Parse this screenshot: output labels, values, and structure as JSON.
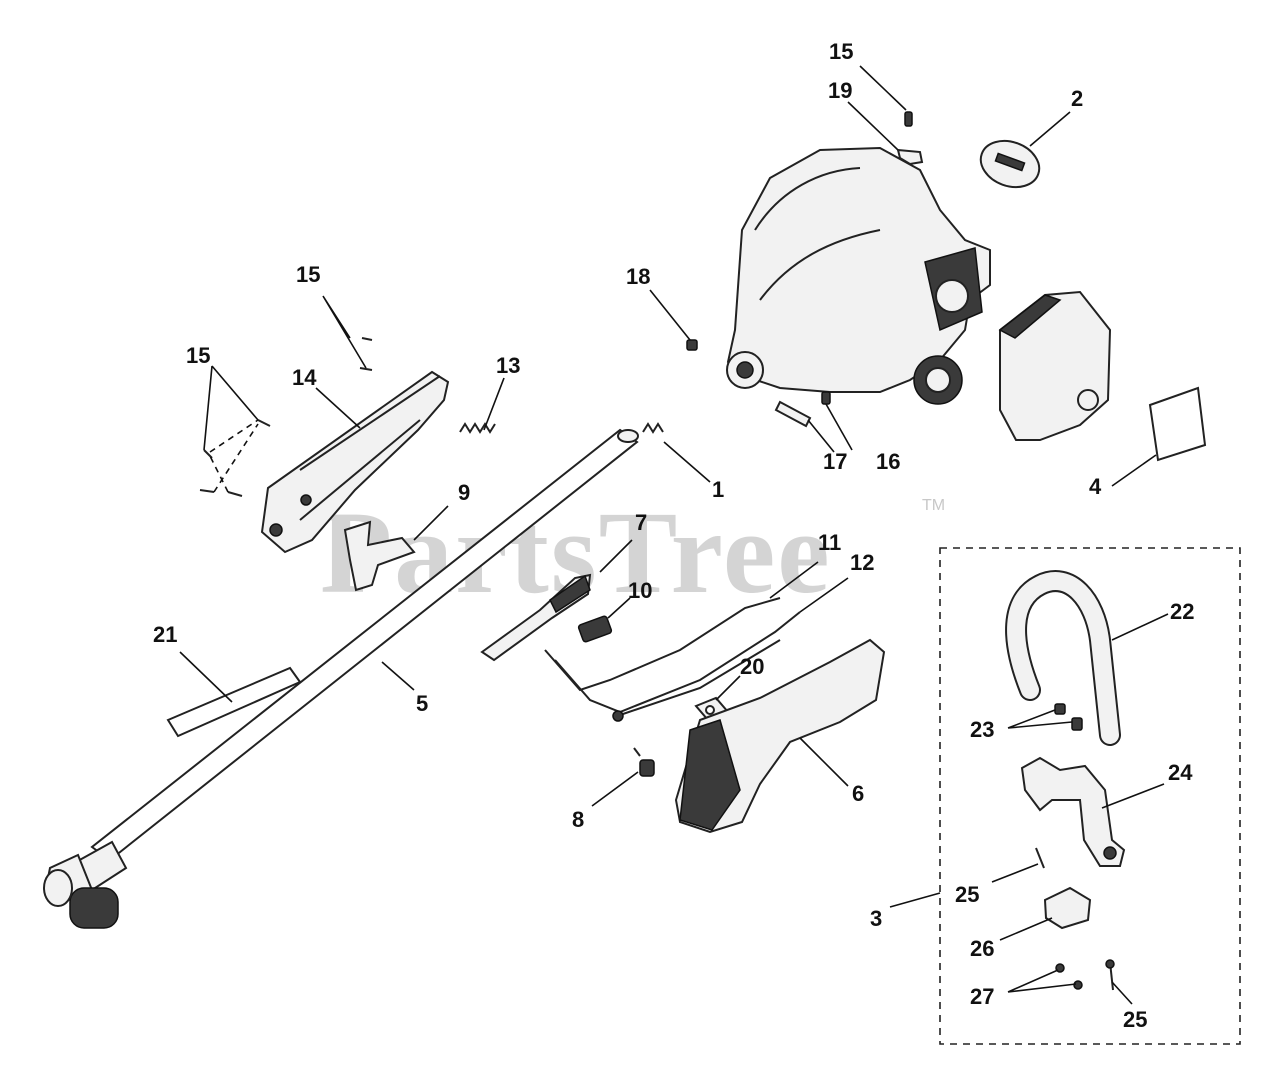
{
  "watermark": {
    "text": "PartsTree",
    "trademark": "TM"
  },
  "labels": {
    "p1": "1",
    "p2": "2",
    "p3": "3",
    "p4": "4",
    "p5": "5",
    "p6": "6",
    "p7": "7",
    "p8": "8",
    "p9": "9",
    "p10": "10",
    "p11": "11",
    "p12": "12",
    "p13": "13",
    "p14": "14",
    "p15a": "15",
    "p15b": "15",
    "p15c": "15",
    "p16": "16",
    "p17": "17",
    "p18": "18",
    "p19": "19",
    "p20": "20",
    "p21": "21",
    "p22": "22",
    "p23": "23",
    "p24": "24",
    "p25a": "25",
    "p25b": "25",
    "p26": "26",
    "p27": "27"
  }
}
